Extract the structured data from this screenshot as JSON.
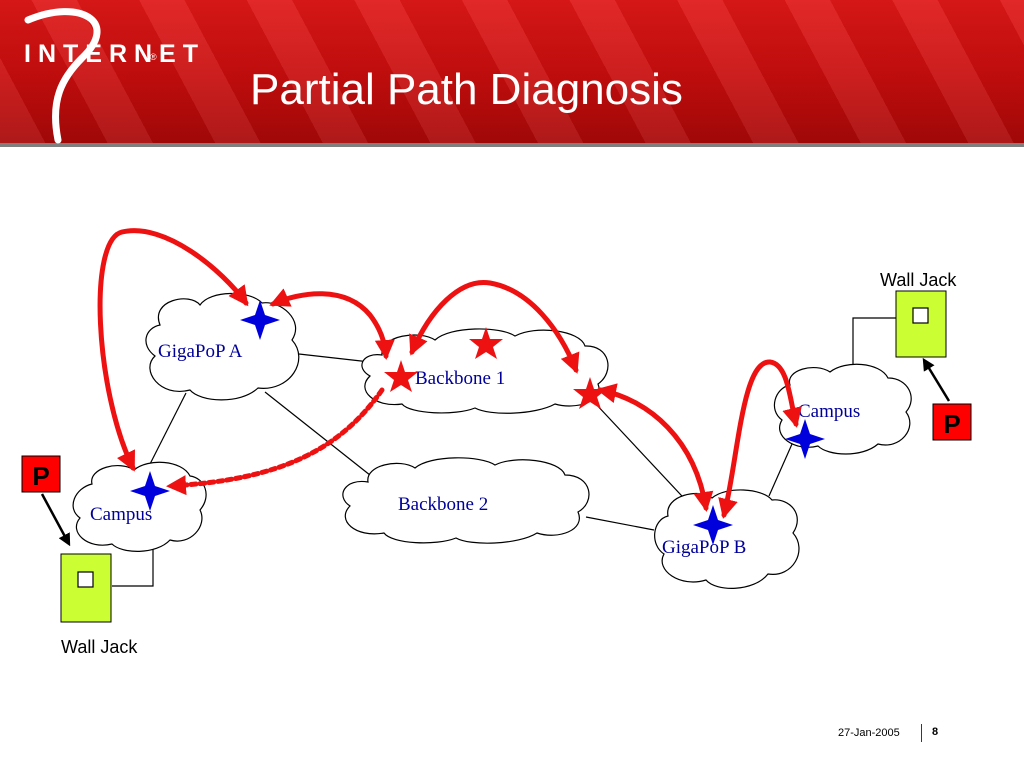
{
  "header": {
    "title": "Partial Path Diagnosis",
    "logo_text": "INTERNET",
    "logo_numeral": "2",
    "colors": {
      "banner": "#cc1111",
      "rule": "#7f7f7f"
    }
  },
  "diagram": {
    "clouds": {
      "gigapop_a": "GigaPoP A",
      "backbone_1": "Backbone 1",
      "backbone_2": "Backbone 2",
      "gigapop_b": "GigaPoP B",
      "campus_left": "Campus",
      "campus_right": "Campus"
    },
    "wall_jacks": {
      "left": "Wall Jack",
      "right": "Wall Jack"
    },
    "probe_labels": {
      "left": "P",
      "right": "P"
    },
    "colors": {
      "path_arrows": "#ee1111",
      "measurement_star": "#ee1111",
      "host_star": "#0000dd",
      "cloud_label": "#000099",
      "wall_jack": "#ccff33",
      "probe_box": "#ff0000"
    }
  },
  "footer": {
    "date": "27-Jan-2005",
    "page_number": "8"
  }
}
